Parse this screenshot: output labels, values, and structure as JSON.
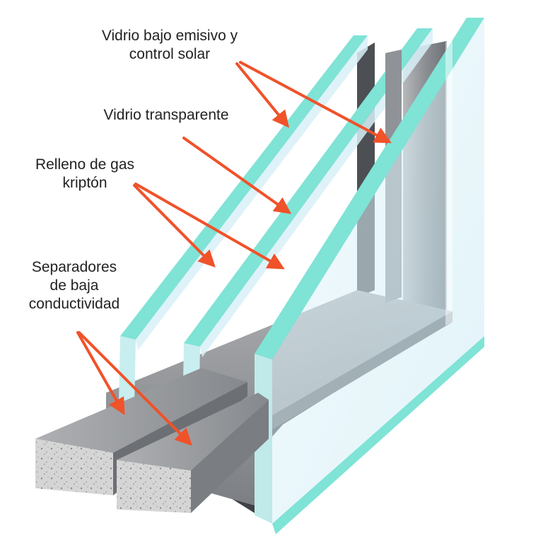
{
  "labels": {
    "low_e": {
      "line1": "Vidrio bajo emisivo y",
      "line2": "control solar"
    },
    "clear_glass": {
      "line1": "Vidrio transparente"
    },
    "gas": {
      "line1": "Relleno de gas",
      "line2": "kriptón"
    },
    "spacers": {
      "line1": "Separadores",
      "line2": "de baja",
      "line3": "conductividad"
    }
  },
  "colors": {
    "arrow": "#f0522a",
    "glass_edge": "#7fe3d6",
    "glass_face": "#dcf1f8",
    "spacer_top": "#9a9c9f",
    "spacer_end": "#cfd0cf",
    "frame_dark": "#55585c",
    "text": "#222222"
  },
  "icons": {
    "arrow": "arrow-icon"
  }
}
